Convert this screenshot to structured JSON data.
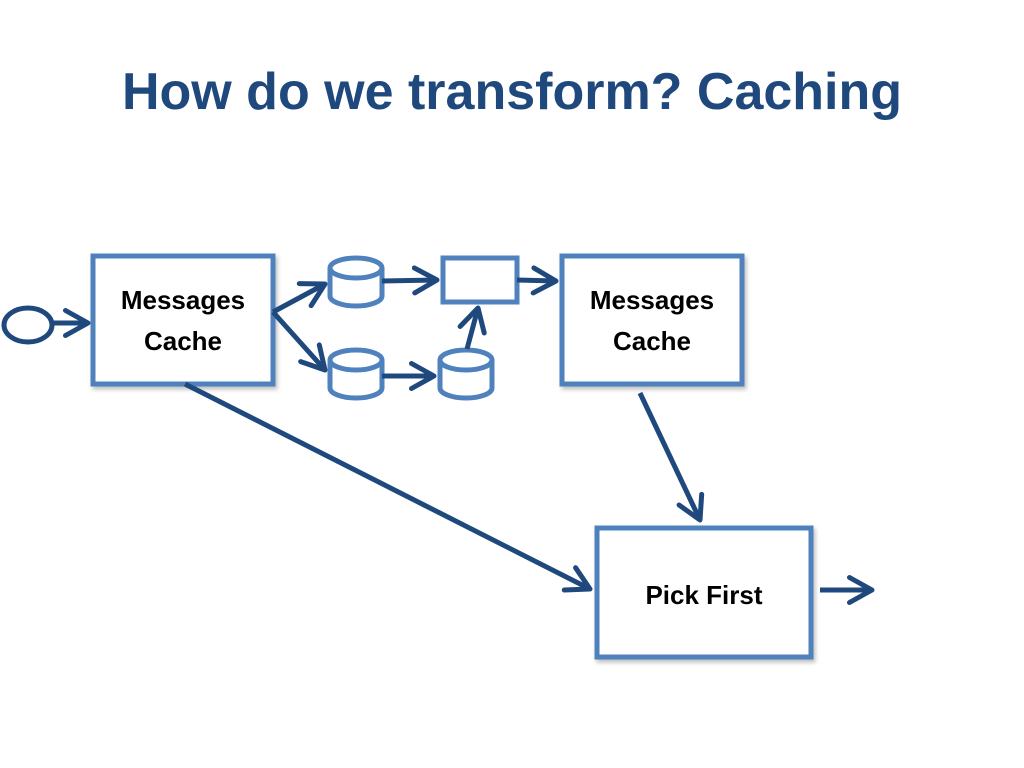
{
  "slide": {
    "title": "How do we transform? Caching"
  },
  "diagram": {
    "nodes": {
      "cache_left": {
        "line1": "Messages",
        "line2": "Cache"
      },
      "cache_right": {
        "line1": "Messages",
        "line2": "Cache"
      },
      "pick_first": {
        "label": "Pick First"
      }
    },
    "colors": {
      "stroke": "#1f497d",
      "fill_line": "#4f81bd",
      "box_border": "#4f81bd",
      "title": "#1f497d"
    }
  }
}
